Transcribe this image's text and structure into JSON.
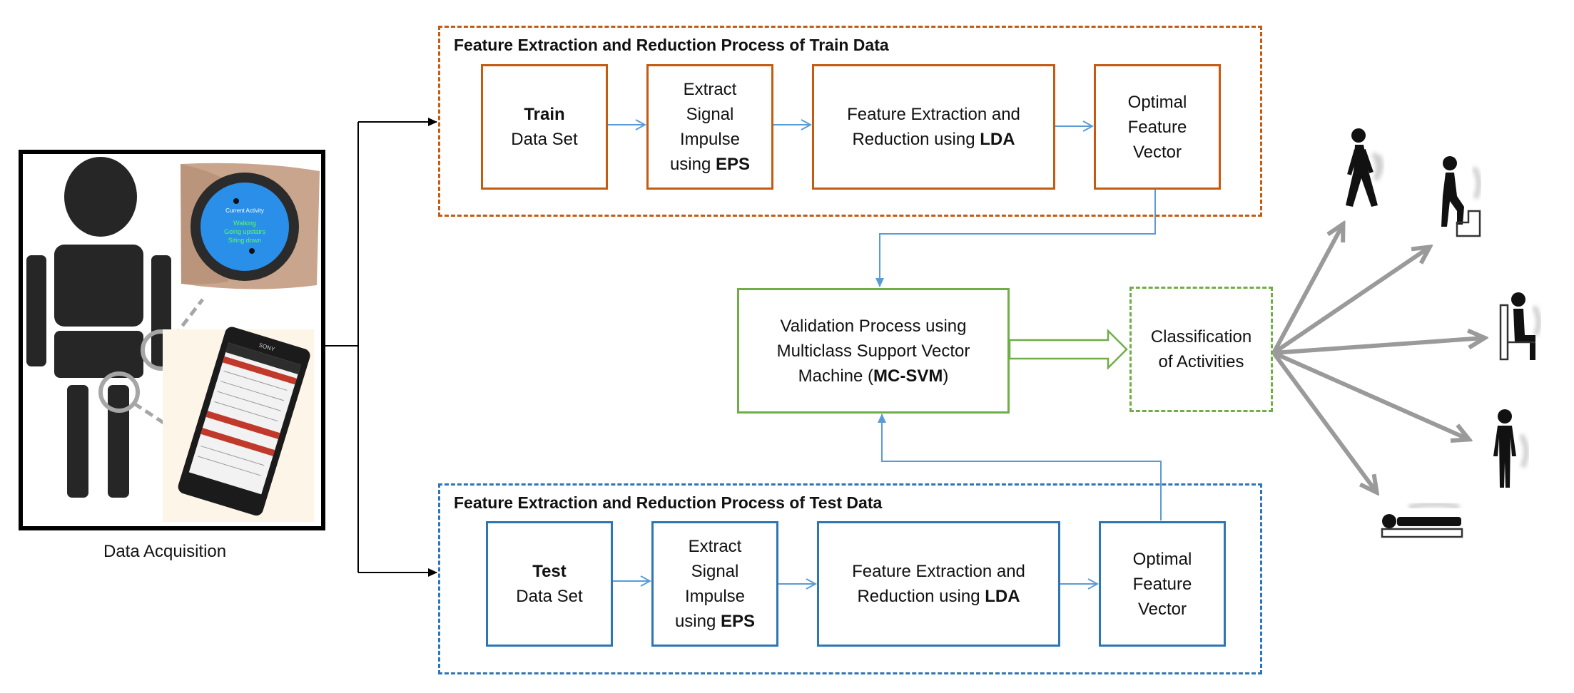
{
  "train": {
    "title": "Feature Extraction and Reduction Process of Train Data",
    "set_bold": "Train",
    "set_rest": "Data Set",
    "extract": [
      "Extract",
      "Signal",
      "Impulse"
    ],
    "extract_using": "using ",
    "extract_bold": "EPS",
    "feature_line1": "Feature Extraction and",
    "feature_line2": "Reduction using ",
    "feature_bold": "LDA",
    "optimal": [
      "Optimal",
      "Feature",
      "Vector"
    ]
  },
  "test": {
    "title": "Feature Extraction and Reduction Process of Test Data",
    "set_bold": "Test",
    "set_rest": "Data Set",
    "extract": [
      "Extract",
      "Signal",
      "Impulse"
    ],
    "extract_using": "using ",
    "extract_bold": "EPS",
    "feature_line1": "Feature Extraction and",
    "feature_line2": "Reduction using ",
    "feature_bold": "LDA",
    "optimal": [
      "Optimal",
      "Feature",
      "Vector"
    ]
  },
  "validation": {
    "line1": "Validation Process using",
    "line2": "Multiclass Support Vector",
    "line3_pre": "Machine (",
    "line3_bold": "MC-SVM",
    "line3_post": ")"
  },
  "classification": {
    "line1": "Classification",
    "line2": "of Activities"
  },
  "acquisition": {
    "caption": "Data Acquisition",
    "watch_text": [
      "Current Activity",
      "Walking",
      "Going upstairs",
      "Siting down"
    ],
    "phone_brand": "SONY"
  },
  "activities": [
    "walking-figure-icon",
    "stairs-climbing-figure-icon",
    "sitting-figure-icon",
    "standing-figure-icon",
    "lying-figure-icon"
  ],
  "colors": {
    "orange": "#c55a11",
    "blue": "#2e75b6",
    "green": "#70ad47",
    "arrow_blue": "#5b9bd5",
    "gray_arrow": "#9a9a9a"
  }
}
